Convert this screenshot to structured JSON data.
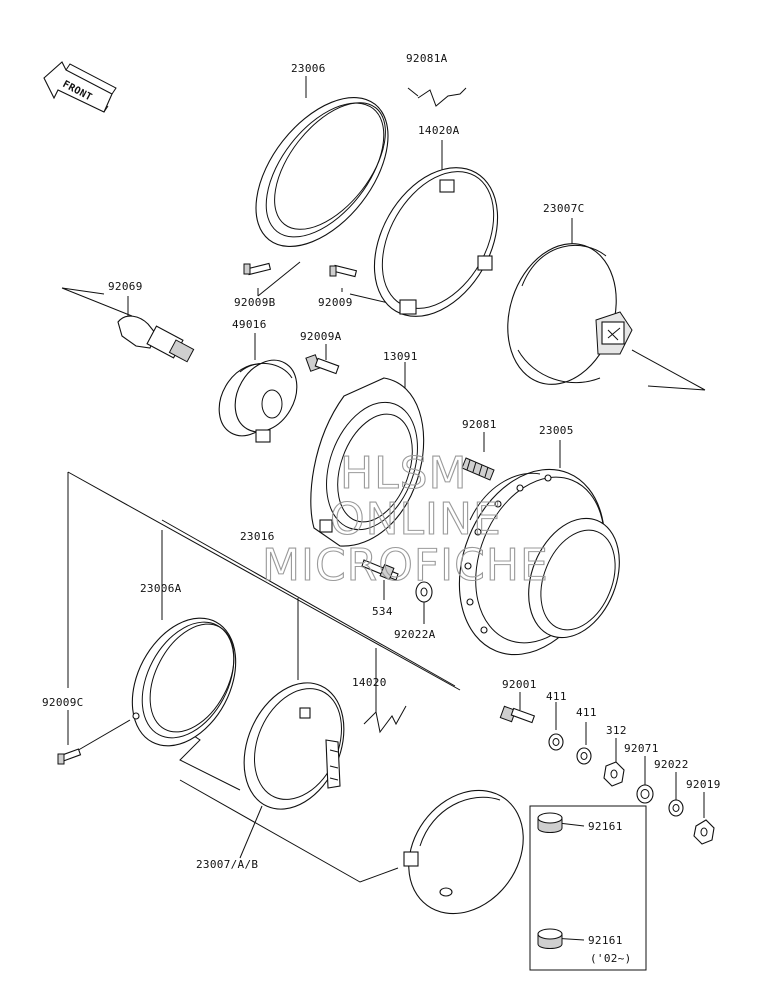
{
  "front_badge": "FRONT",
  "watermark": [
    "HLSM",
    "ONLINE",
    "MICROFICHE"
  ],
  "part_labels": {
    "p23006": "23006",
    "p92081A": "92081A",
    "p14020A": "14020A",
    "p23007C": "23007C",
    "p92069": "92069",
    "p92009B": "92009B",
    "p92009": "92009",
    "p49016": "49016",
    "p92009A": "92009A",
    "p13091": "13091",
    "p92081": "92081",
    "p23005": "23005",
    "p23016": "23016",
    "p23006A": "23006A",
    "p534": "534",
    "p92022A": "92022A",
    "p92009C": "92009C",
    "p14020": "14020",
    "p92001": "92001",
    "p411a": "411",
    "p411b": "411",
    "p312": "312",
    "p92071": "92071",
    "p92022": "92022",
    "p92019": "92019",
    "p92161a": "92161",
    "p92161b": "92161",
    "p23007AB": "23007/A/B",
    "year_note": "('02~)"
  }
}
